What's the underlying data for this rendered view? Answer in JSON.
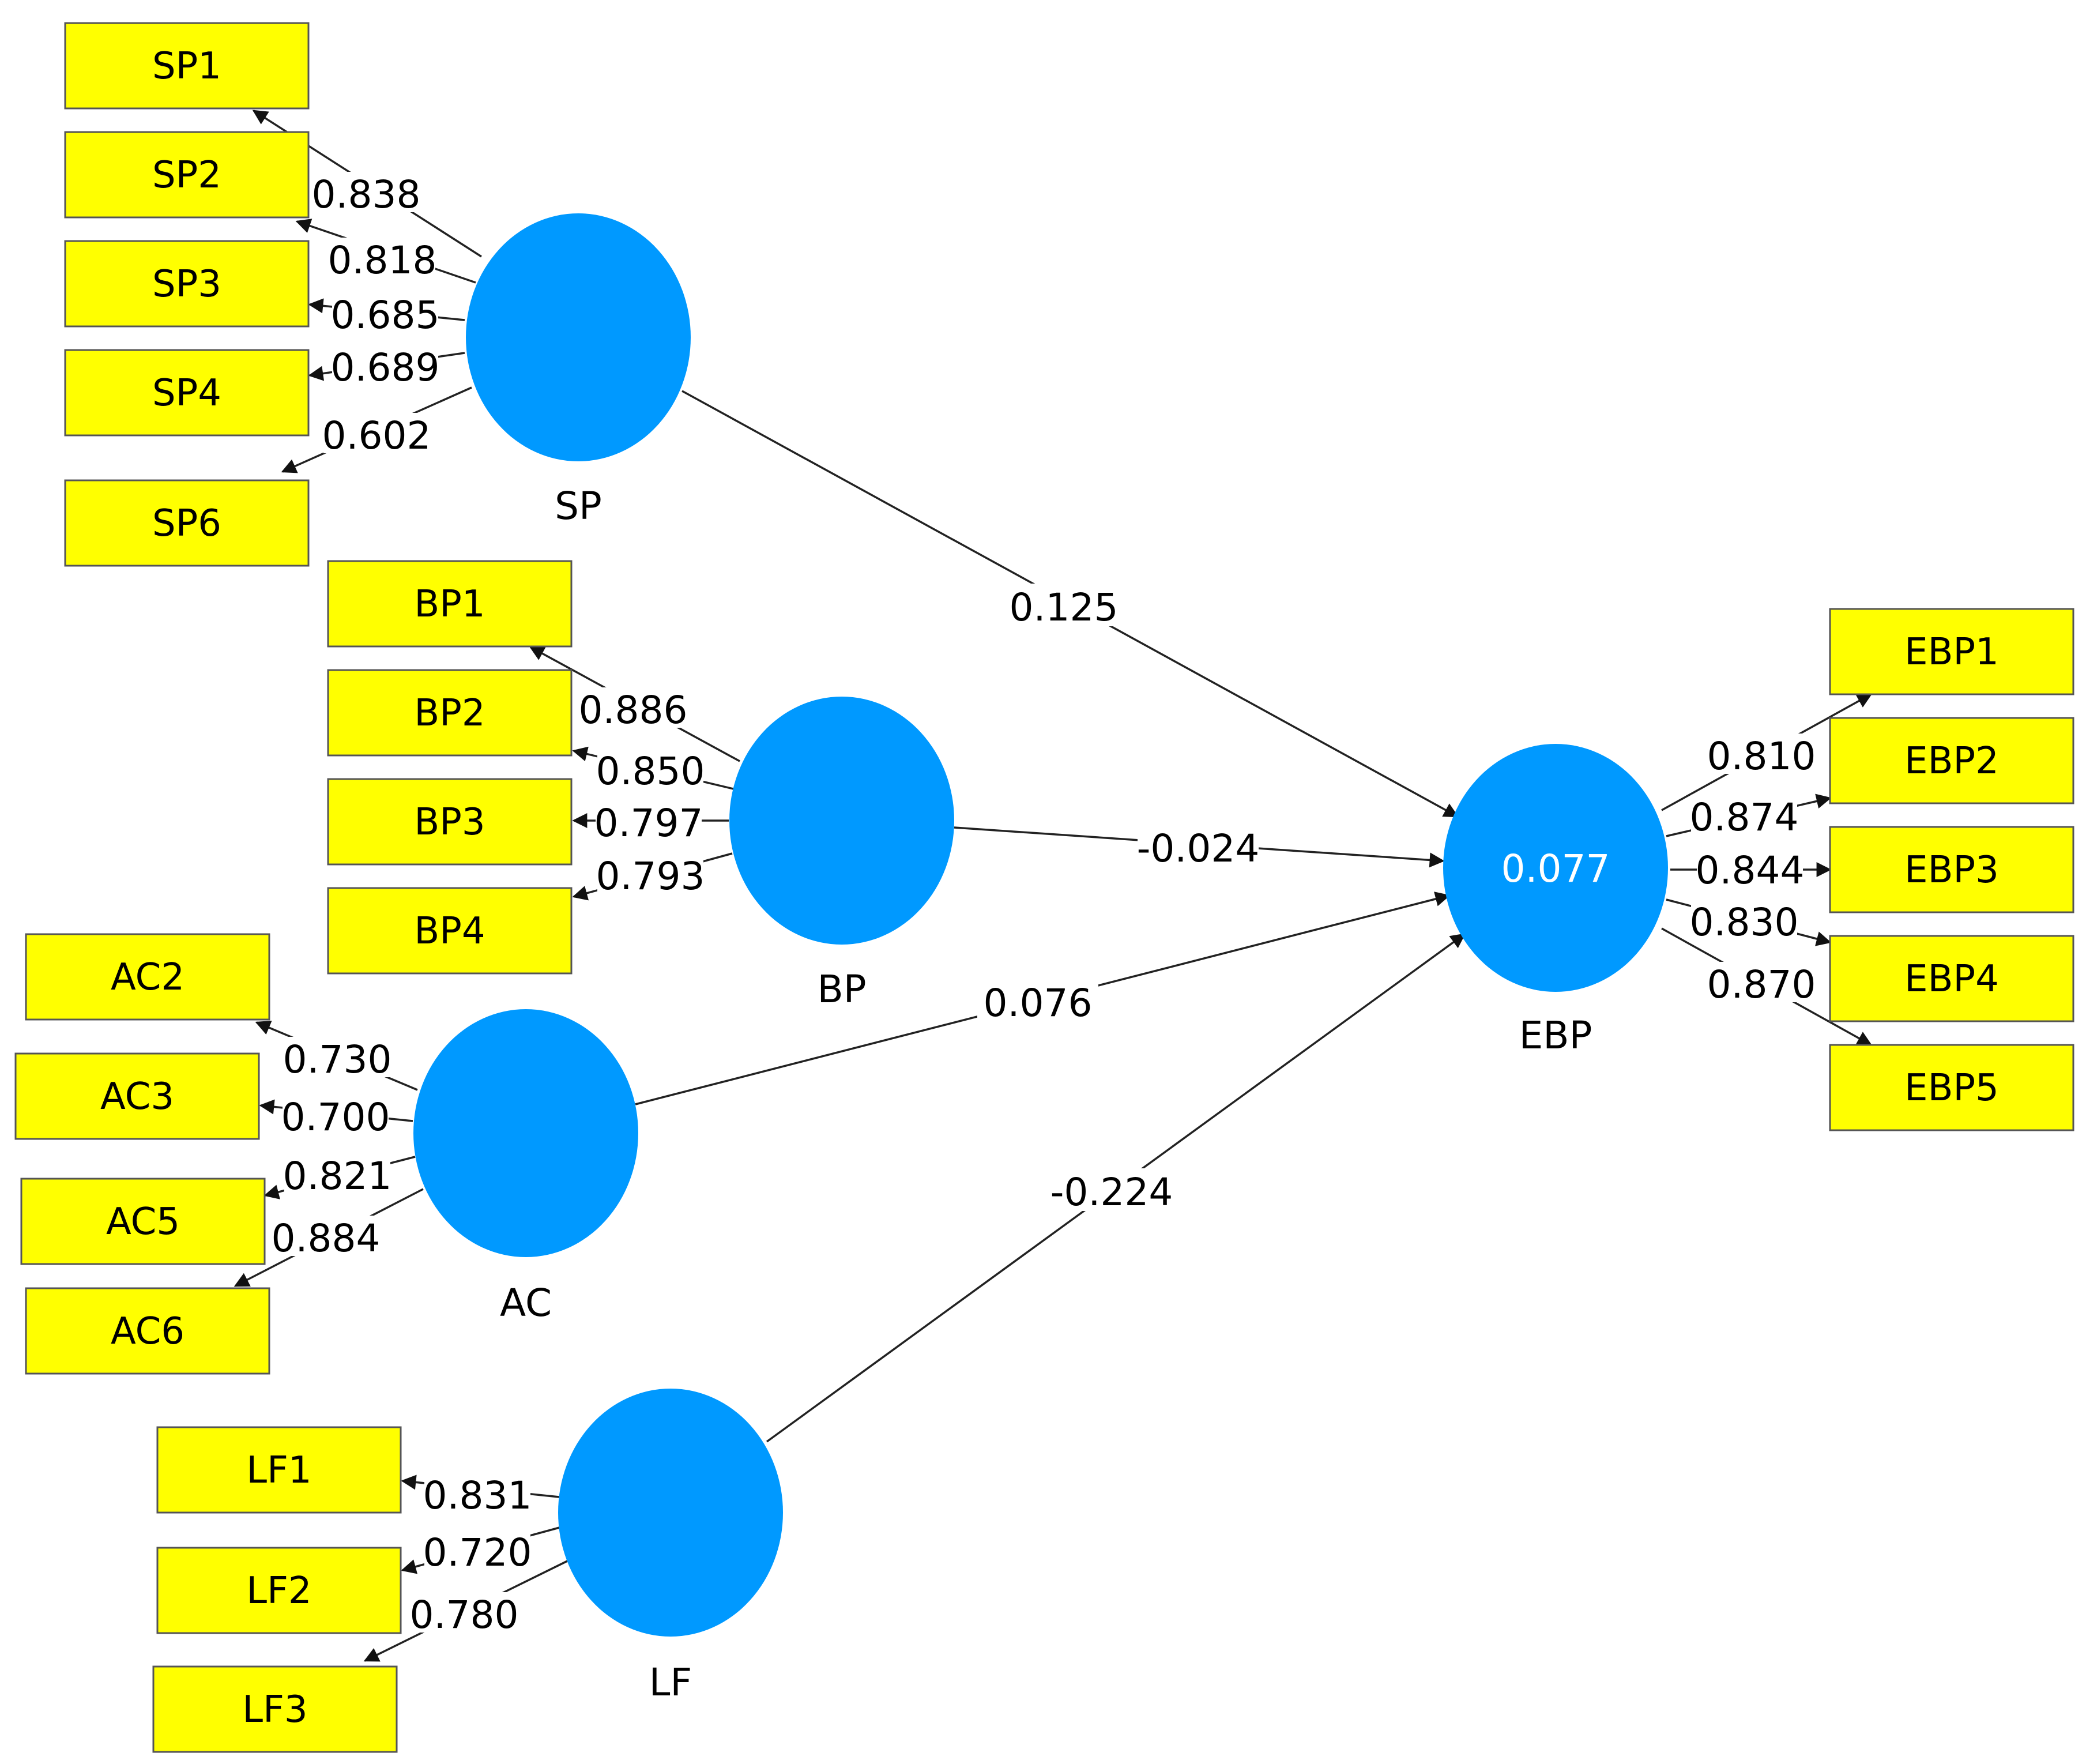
{
  "colors": {
    "indicator": "#ffff00",
    "construct": "#0099ff",
    "line": "#222222"
  },
  "constructs": [
    {
      "id": "SP",
      "label": "SP",
      "r2": ""
    },
    {
      "id": "BP",
      "label": "BP",
      "r2": ""
    },
    {
      "id": "AC",
      "label": "AC",
      "r2": ""
    },
    {
      "id": "LF",
      "label": "LF",
      "r2": ""
    },
    {
      "id": "EBP",
      "label": "EBP",
      "r2": "0.077"
    }
  ],
  "indicators": [
    {
      "id": "SP1",
      "label": "SP1",
      "construct": "SP",
      "loading": "0.838"
    },
    {
      "id": "SP2",
      "label": "SP2",
      "construct": "SP",
      "loading": "0.818"
    },
    {
      "id": "SP3",
      "label": "SP3",
      "construct": "SP",
      "loading": "0.685"
    },
    {
      "id": "SP4",
      "label": "SP4",
      "construct": "SP",
      "loading": "0.689"
    },
    {
      "id": "SP6",
      "label": "SP6",
      "construct": "SP",
      "loading": "0.602"
    },
    {
      "id": "BP1",
      "label": "BP1",
      "construct": "BP",
      "loading": "0.886"
    },
    {
      "id": "BP2",
      "label": "BP2",
      "construct": "BP",
      "loading": "0.850"
    },
    {
      "id": "BP3",
      "label": "BP3",
      "construct": "BP",
      "loading": "0.797"
    },
    {
      "id": "BP4",
      "label": "BP4",
      "construct": "BP",
      "loading": "0.793"
    },
    {
      "id": "AC2",
      "label": "AC2",
      "construct": "AC",
      "loading": "0.730"
    },
    {
      "id": "AC3",
      "label": "AC3",
      "construct": "AC",
      "loading": "0.700"
    },
    {
      "id": "AC5",
      "label": "AC5",
      "construct": "AC",
      "loading": "0.821"
    },
    {
      "id": "AC6",
      "label": "AC6",
      "construct": "AC",
      "loading": "0.884"
    },
    {
      "id": "LF1",
      "label": "LF1",
      "construct": "LF",
      "loading": "0.831"
    },
    {
      "id": "LF2",
      "label": "LF2",
      "construct": "LF",
      "loading": "0.720"
    },
    {
      "id": "LF3",
      "label": "LF3",
      "construct": "LF",
      "loading": "0.780"
    },
    {
      "id": "EBP1",
      "label": "EBP1",
      "construct": "EBP",
      "loading": "0.810"
    },
    {
      "id": "EBP2",
      "label": "EBP2",
      "construct": "EBP",
      "loading": "0.874"
    },
    {
      "id": "EBP3",
      "label": "EBP3",
      "construct": "EBP",
      "loading": "0.844"
    },
    {
      "id": "EBP4",
      "label": "EBP4",
      "construct": "EBP",
      "loading": "0.830"
    },
    {
      "id": "EBP5",
      "label": "EBP5",
      "construct": "EBP",
      "loading": "0.870"
    }
  ],
  "paths": [
    {
      "from": "SP",
      "to": "EBP",
      "coef": "0.125"
    },
    {
      "from": "BP",
      "to": "EBP",
      "coef": "-0.024"
    },
    {
      "from": "AC",
      "to": "EBP",
      "coef": "0.076"
    },
    {
      "from": "LF",
      "to": "EBP",
      "coef": "-0.224"
    }
  ]
}
